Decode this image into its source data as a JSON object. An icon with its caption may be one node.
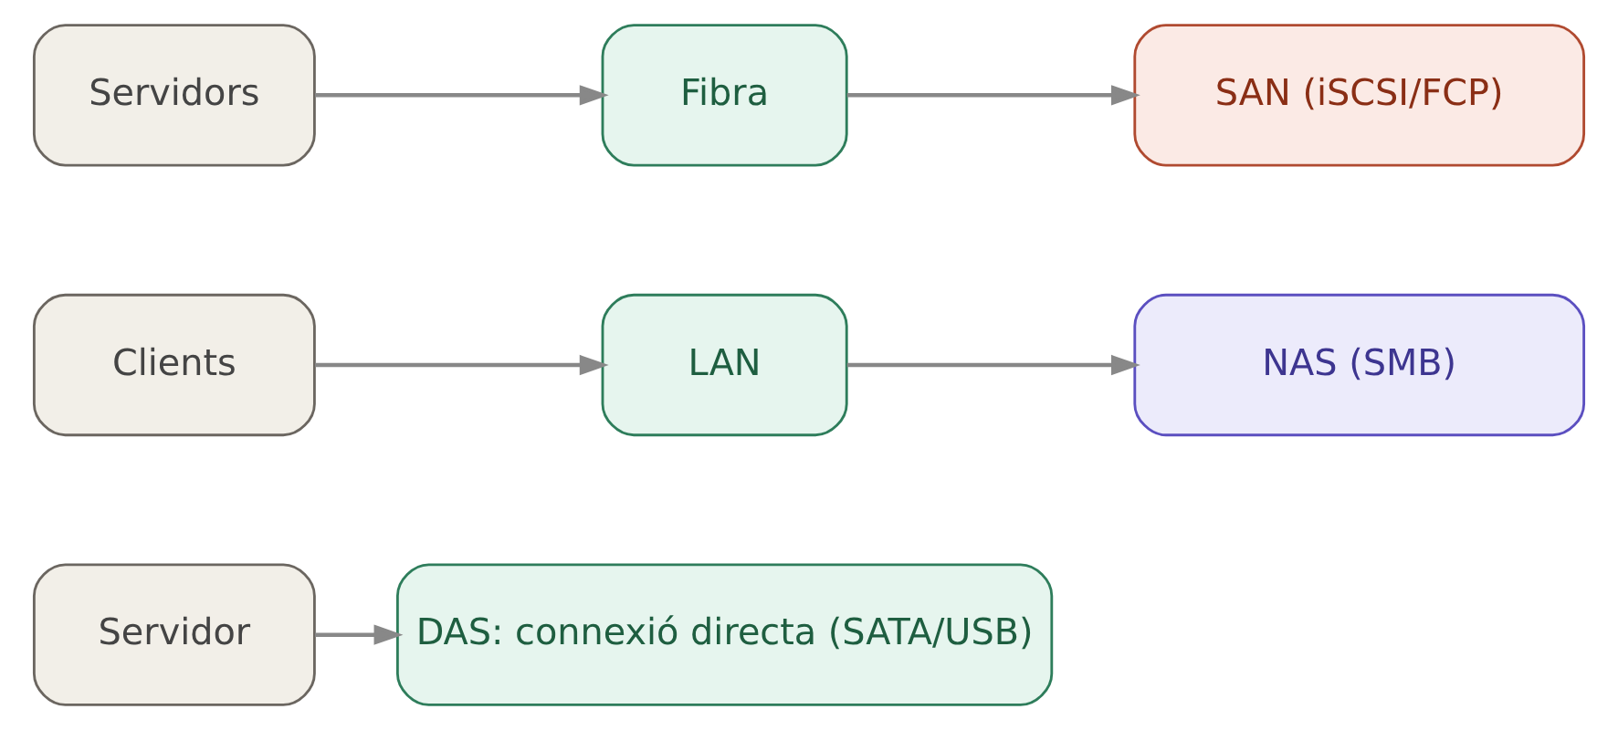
{
  "diagram": {
    "nodes": [
      {
        "text": [
          "Servidor"
        ]
      },
      {
        "text": [
          "DAS: connexió directa (SATA/USB)"
        ]
      },
      {
        "text": [
          "Clients"
        ]
      },
      {
        "text": [
          "LAN"
        ]
      },
      {
        "text": [
          "NAS (SMB)"
        ]
      },
      {
        "text": [
          "Servidors"
        ]
      },
      {
        "text": [
          "Fibra"
        ]
      },
      {
        "text": [
          "SAN (iSCSI/FCP)"
        ]
      }
    ],
    "edges": [
      {
        "from": 0,
        "to": 1,
        "arrow": "to"
      },
      {
        "from": 2,
        "to": 3,
        "arrow": "to"
      },
      {
        "from": 3,
        "to": 4,
        "arrow": "to"
      },
      {
        "from": 5,
        "to": 6,
        "arrow": "to"
      },
      {
        "from": 6,
        "to": 7,
        "arrow": "to"
      }
    ]
  }
}
